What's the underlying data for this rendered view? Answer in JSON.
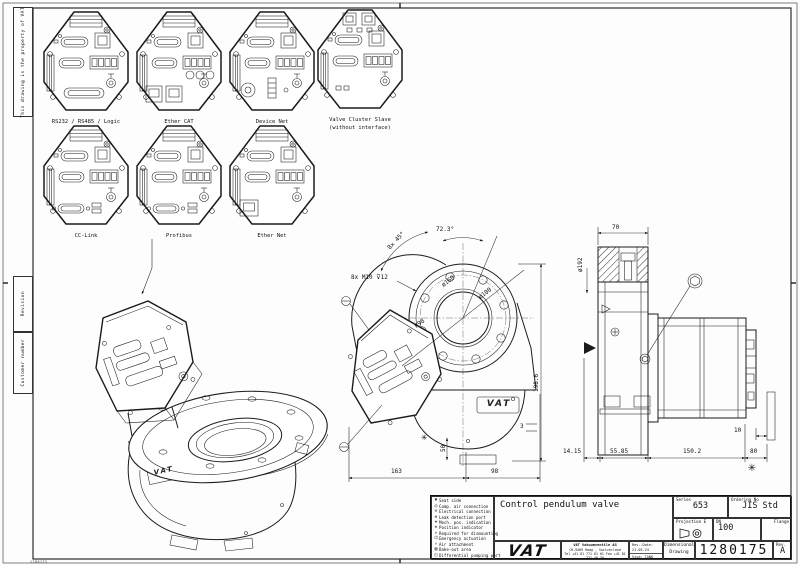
{
  "brand": {
    "logo": "VAT"
  },
  "sheet": {
    "property_note": "This drawing is the property of VAT",
    "revision_label": "Revision",
    "customer_label": "Customer number",
    "footer_note": "1280175"
  },
  "connectors": {
    "cards": [
      {
        "variant": "rs232",
        "label": "RS232 / RS485 / Logic",
        "sublabel": ""
      },
      {
        "variant": "ethercat",
        "label": "Ether CAT",
        "sublabel": ""
      },
      {
        "variant": "devicenet",
        "label": "Device Net",
        "sublabel": ""
      },
      {
        "variant": "cluster",
        "label": "Valve Cluster Slave",
        "sublabel": "(without interface)"
      },
      {
        "variant": "cclink",
        "label": "CC-Link",
        "sublabel": ""
      },
      {
        "variant": "profibus",
        "label": "Profibus",
        "sublabel": ""
      },
      {
        "variant": "ethernet",
        "label": "Ether Net",
        "sublabel": ""
      }
    ]
  },
  "annotations": {
    "fv_angle": "72.3°",
    "fv_45": "8x 45°",
    "fv_tap": "8x M10 ⊽12",
    "fv_d160": "ø160",
    "fv_d100": "ø100",
    "fv_r": "R98",
    "fv_163": "163",
    "fv_98": "98",
    "fv_50": "50",
    "fv_3": "3",
    "fv_height": "198.6",
    "sv_70": "70",
    "sv_d192": "ø192",
    "sv_1415": "14.15",
    "sv_5585": "55.85",
    "sv_1502": "150.2",
    "sv_80": "80",
    "sv_10": "10",
    "star": "✳"
  },
  "title_block": {
    "title": "Control pendulum valve",
    "series_label": "Series",
    "series_value": "653",
    "ordering_label": "Ordering No",
    "ordering_value": "JIS Std",
    "projection_label": "Projection E",
    "dn_label": "DN",
    "dn_value": "100",
    "flange_label": "Flange",
    "flange_value": "",
    "company_name": "VAT Vakuumventile AG",
    "company_address": "CH-9469 Haag , Switzerland",
    "company_phone": "Tel +41 81 771 61 61  Fax +41 81 771 48 30",
    "revdate_label": "Rev.-Date:",
    "revdate_value": "21.03.24",
    "visa_label": "Visa:",
    "visa_value": "TANK",
    "doc_type_line1": "Dimensional",
    "doc_type_line2": "Drawing",
    "drawing_no": "1280175",
    "rev_label": "Rev.",
    "rev_value": "A",
    "legend": [
      {
        "symbol": "▼",
        "label": "Seat side"
      },
      {
        "symbol": "◎",
        "label": "Comp. air connection"
      },
      {
        "symbol": "⊖",
        "label": "Electrical connection"
      },
      {
        "symbol": "⊗",
        "label": "Leak detection port"
      },
      {
        "symbol": "⌖",
        "label": "Mech. pos. indication"
      },
      {
        "symbol": "✚",
        "label": "Position indicator"
      },
      {
        "symbol": "✳",
        "label": "Required for dismounting"
      },
      {
        "symbol": "⌬",
        "label": "Emergency actuation"
      },
      {
        "symbol": "↑",
        "label": "Air attachment"
      },
      {
        "symbol": "▨",
        "label": "Bake-out area"
      },
      {
        "symbol": "◫",
        "label": "Differential pumping port"
      }
    ]
  }
}
